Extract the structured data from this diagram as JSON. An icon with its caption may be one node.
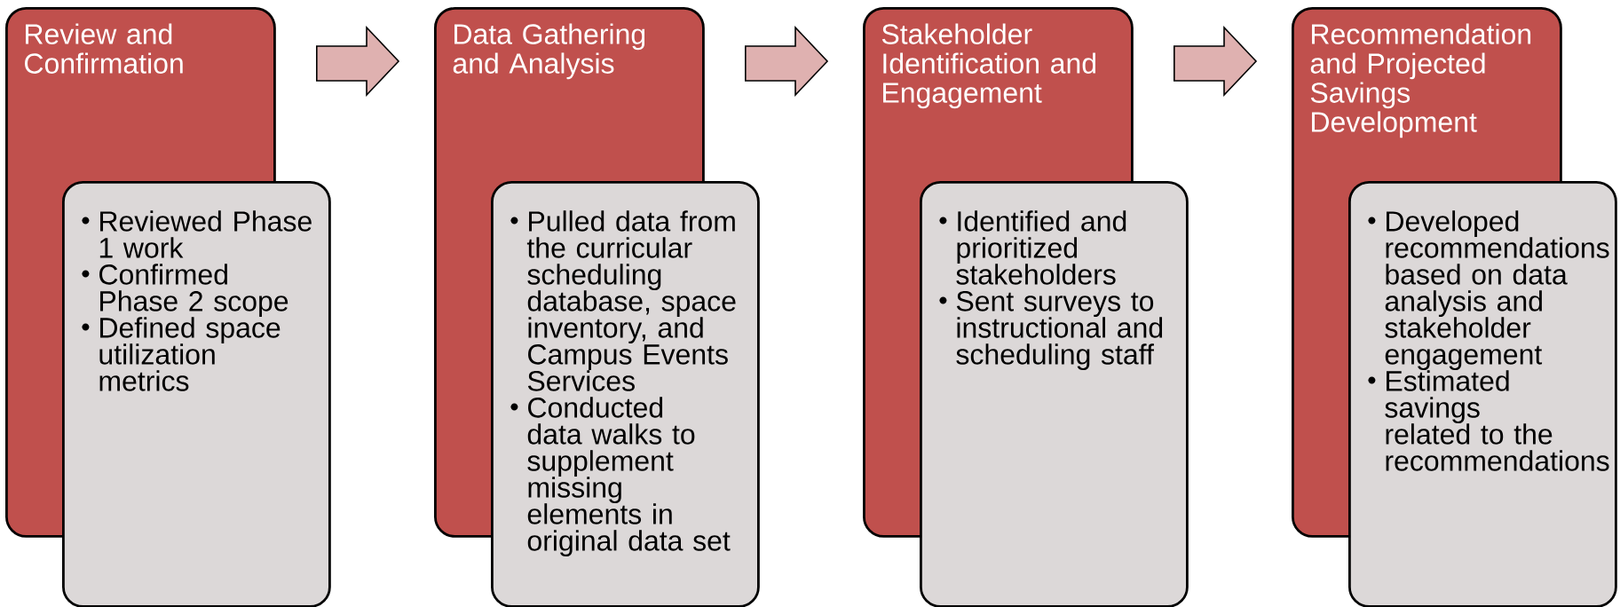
{
  "diagram": {
    "nodes": [
      {
        "text": [
          "Review and Confirmation"
        ]
      },
      {
        "text": [
          "Reviewed Phase 1 work",
          "Confirmed Phase 2 scope",
          "Defined space utilization metrics"
        ]
      },
      {
        "text": [
          "Data Gathering and Analysis"
        ]
      },
      {
        "text": [
          "Pulled data from the curricular scheduling database, space inventory, and Campus Events Services",
          "Conducted data walks to supplement missing elements in original data set"
        ]
      },
      {
        "text": [
          "Stakeholder Identification and Engagement"
        ]
      },
      {
        "text": [
          "Identified and prioritized stakeholders",
          "Sent surveys to instructional and scheduling staff"
        ]
      },
      {
        "text": [
          "Recommendation and Projected Savings Development"
        ]
      },
      {
        "text": [
          "Developed recommendations based on data analysis and stakeholder engagement",
          "Estimated savings related to the recommendations"
        ]
      }
    ],
    "edges": [
      {
        "from": 0,
        "to": 2,
        "arrow": "to"
      },
      {
        "from": 2,
        "to": 4,
        "arrow": "to"
      },
      {
        "from": 4,
        "to": 6,
        "arrow": "to"
      }
    ]
  }
}
